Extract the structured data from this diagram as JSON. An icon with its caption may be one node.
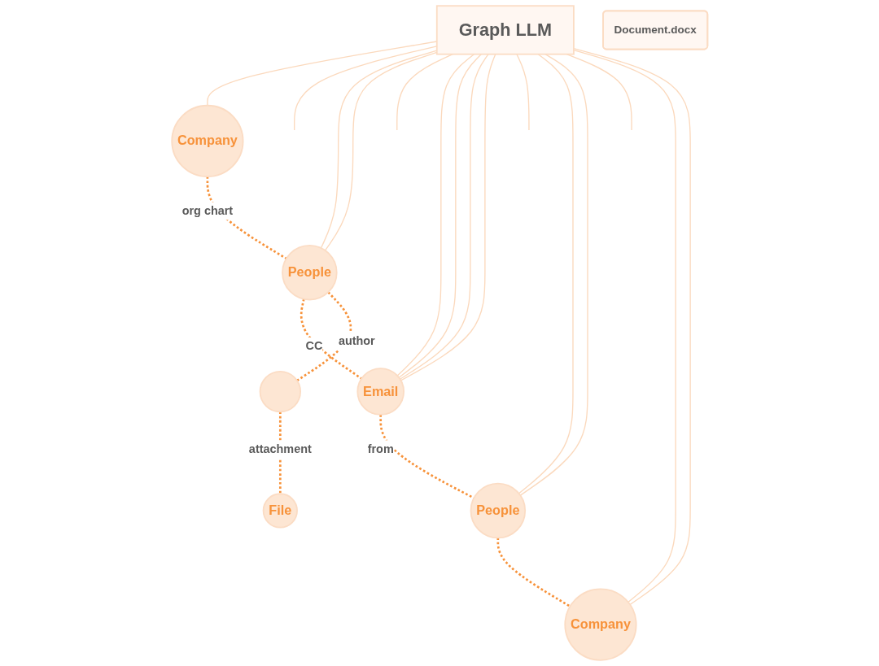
{
  "diagram": {
    "nodes": [
      {
        "text": [
          "Graph LLM"
        ]
      },
      {
        "text": [
          "People"
        ]
      },
      {
        "text": [
          "Email"
        ]
      },
      {
        "text": [
          "People"
        ]
      },
      {
        "text": [
          "Company"
        ]
      },
      {
        "text": [
          "Company"
        ]
      },
      {
        "text": [],
        "shape": "circle"
      },
      {
        "text": [
          "File"
        ]
      },
      {
        "text": [
          "Document.docx"
        ]
      }
    ],
    "edges": [
      {
        "from": 5,
        "to": 1,
        "arrow": "none",
        "label": "org chart",
        "style": "dashed",
        "color": "#f7923a"
      },
      {
        "from": 1,
        "to": 2,
        "arrow": "none",
        "label": "CC",
        "style": "dashed",
        "color": "#f7923a"
      },
      {
        "from": 2,
        "to": 3,
        "arrow": "none",
        "label": "from",
        "style": "dashed",
        "color": "#f7923a"
      },
      {
        "from": 3,
        "to": 4,
        "arrow": "none",
        "style": "dashed",
        "color": "#f7923a"
      },
      {
        "from": 1,
        "to": 6,
        "arrow": "none",
        "label": "author",
        "style": "dashed",
        "color": "#f7923a"
      },
      {
        "from": 6,
        "to": 7,
        "arrow": "none",
        "label": "attachment",
        "style": "dashed",
        "color": "#f7923a"
      },
      {
        "from": 0,
        "to": 5,
        "arrow": "none"
      },
      {
        "from": 0,
        "to": null,
        "arrow": "none"
      },
      {
        "from": 0,
        "to": 1,
        "arrow": "none"
      },
      {
        "from": 0,
        "to": 1,
        "arrow": "none"
      },
      {
        "from": 0,
        "to": null,
        "arrow": "none"
      },
      {
        "from": 0,
        "to": 2,
        "arrow": "none"
      },
      {
        "from": 0,
        "to": 2,
        "arrow": "none"
      },
      {
        "from": 0,
        "to": 2,
        "arrow": "none"
      },
      {
        "from": 0,
        "to": 2,
        "arrow": "none"
      },
      {
        "from": 0,
        "to": null,
        "arrow": "none"
      },
      {
        "from": 0,
        "to": 3,
        "arrow": "none"
      },
      {
        "from": 0,
        "to": 3,
        "arrow": "none"
      },
      {
        "from": 0,
        "to": null,
        "arrow": "none"
      },
      {
        "from": 0,
        "to": 4,
        "arrow": "none"
      },
      {
        "from": 0,
        "to": 4,
        "arrow": "none"
      }
    ]
  }
}
